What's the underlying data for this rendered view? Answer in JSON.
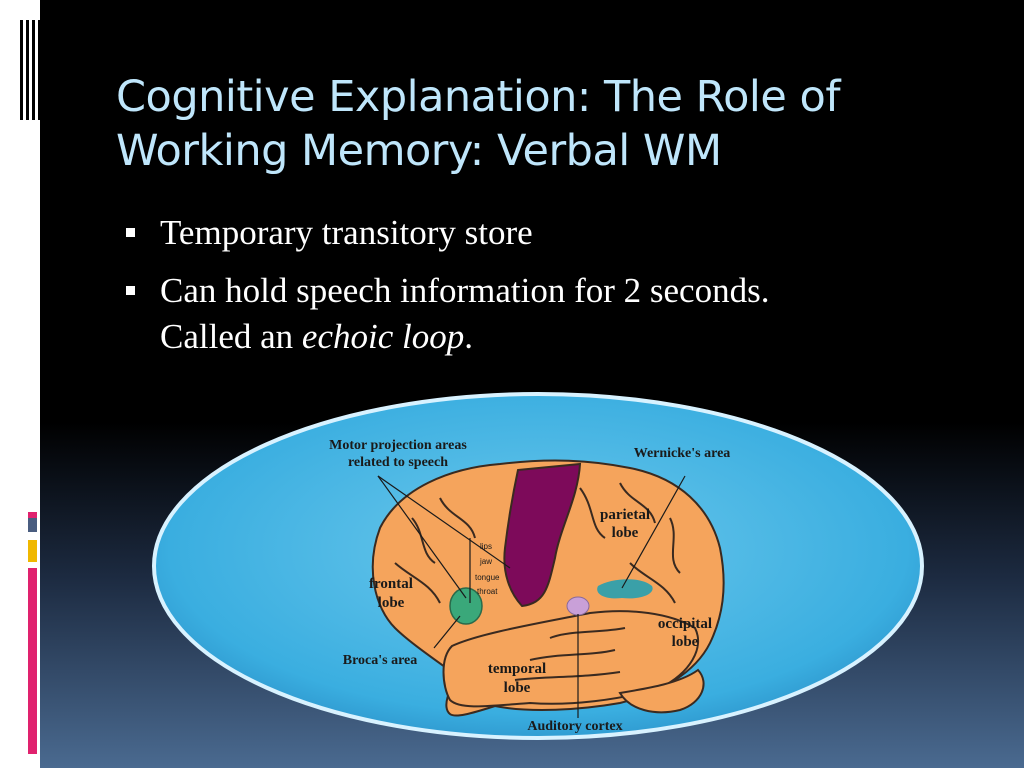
{
  "slide": {
    "title": "Cognitive Explanation:  The Role of Working Memory: Verbal WM",
    "bullets": [
      {
        "text_before": "Temporary transitory store",
        "text_italic": "",
        "text_after": ""
      },
      {
        "text_before": "Can hold speech information for 2 seconds.  Called an ",
        "text_italic": "echoic loop",
        "text_after": "."
      }
    ]
  },
  "diagram": {
    "labels": {
      "motor_projection": [
        "Motor projection areas",
        "related to speech"
      ],
      "wernicke": "Wernicke's area",
      "parietal": [
        "parietal",
        "lobe"
      ],
      "frontal": [
        "frontal",
        "lobe"
      ],
      "occipital": [
        "occipital",
        "lobe"
      ],
      "temporal": [
        "temporal",
        "lobe"
      ],
      "broca": "Broca's area",
      "auditory": "Auditory cortex",
      "lips": "lips",
      "jaw": "jaw",
      "tongue": "tongue",
      "throat": "throat"
    }
  },
  "colors": {
    "title": "#bfe6fb",
    "brain": "#f5a45c",
    "motor_strip": "#7d0a5a",
    "broca": "#3aa87a",
    "wernicke": "#3aa0a8",
    "auditory": "#c9a0d8",
    "ellipse": "#4cb4e0",
    "accent_pink": "#e0226e",
    "accent_gold": "#f0b800"
  }
}
